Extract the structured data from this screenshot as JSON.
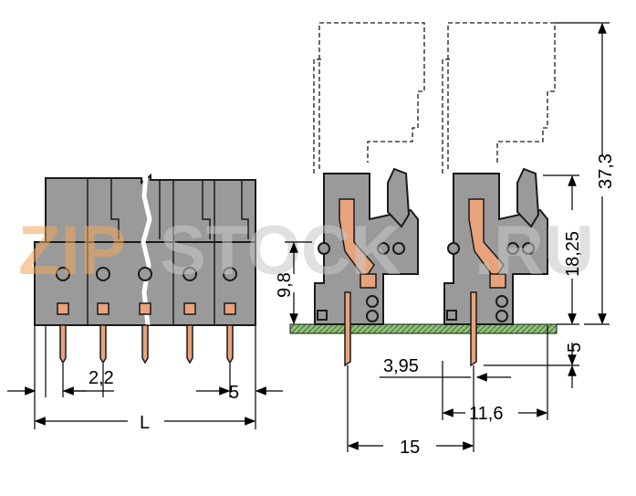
{
  "colors": {
    "housing": "#9a9a9a",
    "housing_dark": "#777777",
    "contact": "#e8a37c",
    "pcb": "#8fbf7a",
    "outline": "#1a1a1a",
    "dimension": "#000000",
    "watermark_orange": "#f2a65a",
    "watermark_gray": "#c8c8c8"
  },
  "watermark": {
    "part1": "ZIP",
    "part2": "STOCK",
    "part3": ".RU"
  },
  "dimensions": {
    "pitch": "2,2",
    "end_offset": "5",
    "length": "L",
    "height_pin": "9,8",
    "height_body": "18,25",
    "height_total": "37,3",
    "pin_below_pcb": "5",
    "pin_offset": "3,95",
    "depth": "11,6",
    "pitch_side": "15"
  }
}
